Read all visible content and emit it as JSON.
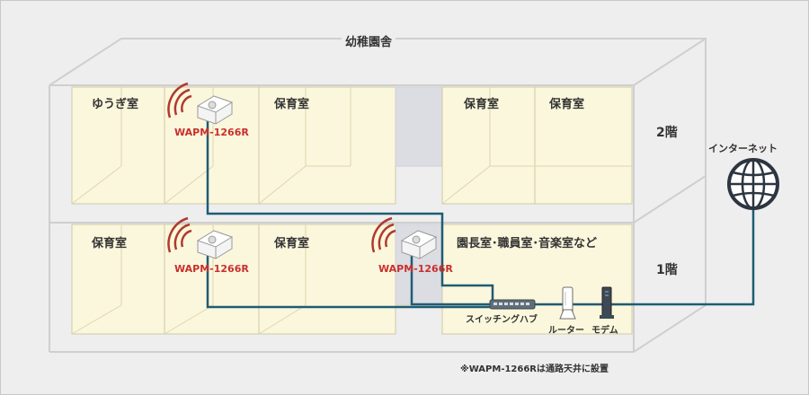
{
  "building": {
    "title": "幼稚園舎"
  },
  "floor2": {
    "label": "2階",
    "rooms": [
      "ゆうぎ室",
      "保育室",
      "保育室",
      "保育室"
    ],
    "ap_label": "WAPM-1266R"
  },
  "floor1": {
    "label": "1階",
    "rooms": [
      "保育室",
      "保育室",
      "園長室･職員室･音楽室など"
    ],
    "ap_labels": [
      "WAPM-1266R",
      "WAPM-1266R"
    ]
  },
  "equipment": {
    "switch": "スイッチングハブ",
    "router": "ルーター",
    "modem": "モデム",
    "internet": "インターネット"
  },
  "note": "※WAPM-1266Rは通路天井に設置",
  "colors": {
    "room_fill": "#fbf7dc",
    "cable": "#1f5c74",
    "ap_label": "#c8302c"
  }
}
